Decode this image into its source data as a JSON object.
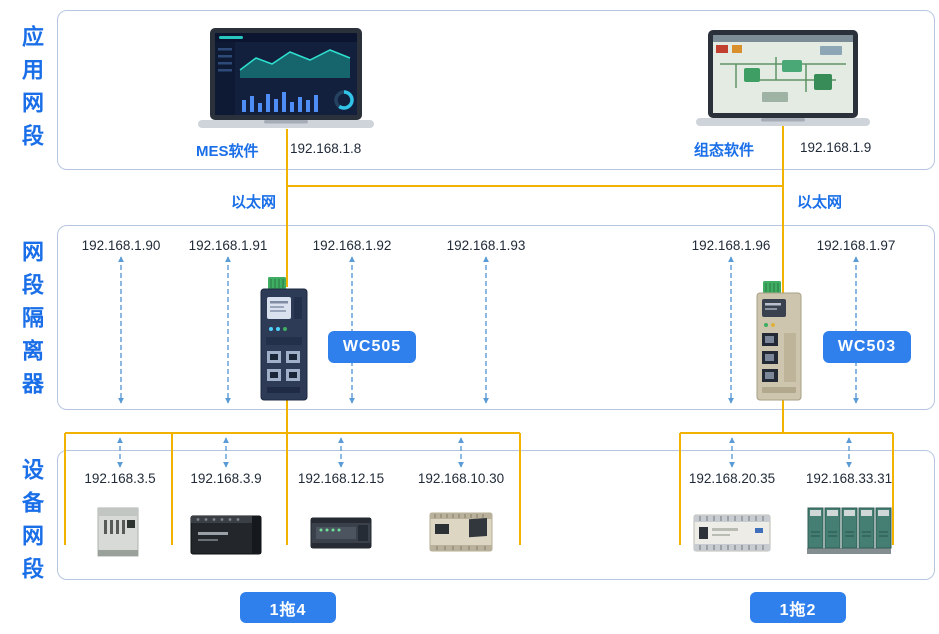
{
  "app_segment": {
    "label": "应用网段",
    "hosts": [
      {
        "name": "MES软件",
        "ip": "192.168.1.8"
      },
      {
        "name": "组态软件",
        "ip": "192.168.1.9"
      }
    ],
    "ethernet_labels": [
      "以太网",
      "以太网"
    ]
  },
  "isolator_segment": {
    "label": "网段隔离器",
    "ips": [
      "192.168.1.90",
      "192.168.1.91",
      "192.168.1.92",
      "192.168.1.93",
      "192.168.1.96",
      "192.168.1.97"
    ],
    "gateways": [
      {
        "model": "WC505"
      },
      {
        "model": "WC503"
      }
    ]
  },
  "device_segment": {
    "label": "设备网段",
    "ips": [
      "192.168.3.5",
      "192.168.3.9",
      "192.168.12.15",
      "192.168.10.30",
      "192.168.20.35",
      "192.168.33.31"
    ]
  },
  "badges": {
    "left": "1拖4",
    "right": "1拖2"
  },
  "colors": {
    "accent_blue": "#1A6FE8",
    "badge_blue": "#2F80ED",
    "wire_yellow": "#F2B200",
    "arrow_blue": "#5B9BD5",
    "box_border": "#B7C6E0",
    "ip_text": "#1F2937"
  }
}
